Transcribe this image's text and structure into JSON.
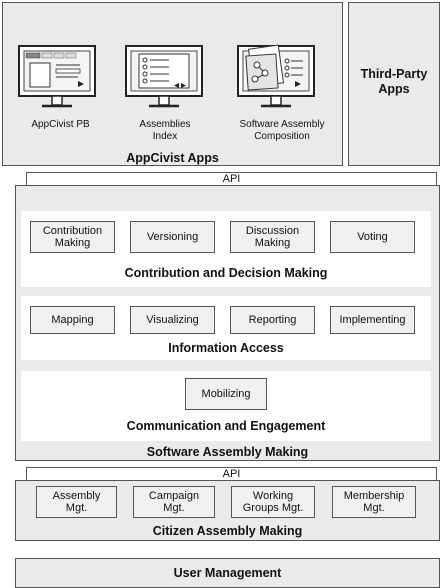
{
  "appcivist_apps": {
    "title": "AppCivist Apps",
    "apps": [
      {
        "label": "AppCivist PB"
      },
      {
        "label": "Assemblies\nIndex"
      },
      {
        "label": "Software Assembly\nComposition"
      }
    ]
  },
  "third_party": {
    "label": "Third-Party\nApps"
  },
  "api_top": {
    "label": "API"
  },
  "software_assembly": {
    "title": "Software Assembly Making",
    "contribution": {
      "title": "Contribution and Decision Making",
      "items": [
        "Contribution\nMaking",
        "Versioning",
        "Discussion\nMaking",
        "Voting"
      ]
    },
    "information": {
      "title": "Information Access",
      "items": [
        "Mapping",
        "Visualizing",
        "Reporting",
        "Implementing"
      ]
    },
    "communication": {
      "title": "Communication and Engagement",
      "items": [
        "Mobilizing"
      ]
    }
  },
  "api_bottom": {
    "label": "API"
  },
  "citizen_assembly": {
    "title": "Citizen Assembly Making",
    "items": [
      "Assembly\nMgt.",
      "Campaign\nMgt.",
      "Working\nGroups Mgt.",
      "Membership\nMgt."
    ]
  },
  "user_management": {
    "label": "User Management"
  }
}
